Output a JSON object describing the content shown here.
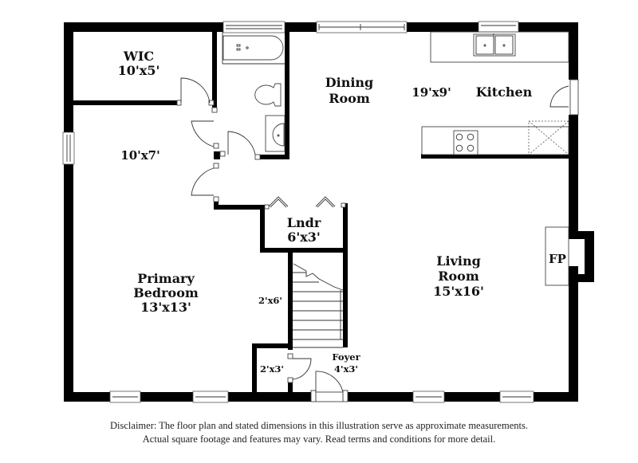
{
  "rooms": {
    "wic": {
      "name": "WIC",
      "dims": "10'x5'"
    },
    "hall_closet": {
      "dims": "10'x7'"
    },
    "dining": {
      "name_line1": "Dining",
      "name_line2": "Room"
    },
    "kitchen": {
      "name": "Kitchen",
      "dims": "19'x9'"
    },
    "laundry": {
      "name": "Lndr",
      "dims": "6'x3'"
    },
    "primary_bedroom": {
      "name_line1": "Primary",
      "name_line2": "Bedroom",
      "dims": "13'x13'"
    },
    "stair_closet": {
      "dims": "2'x6'"
    },
    "coat_closet": {
      "dims": "2'x3'"
    },
    "foyer": {
      "name": "Foyer",
      "dims": "4'x3'"
    },
    "living": {
      "name_line1": "Living",
      "name_line2": "Room",
      "dims": "15'x16'"
    },
    "fireplace": {
      "label": "FP"
    }
  },
  "disclaimer": {
    "line1": "Disclaimer: The floor plan and stated dimensions in this illustration serve as approximate measurements.",
    "line2": "Actual square footage and features may vary. Read terms and conditions for more detail."
  }
}
